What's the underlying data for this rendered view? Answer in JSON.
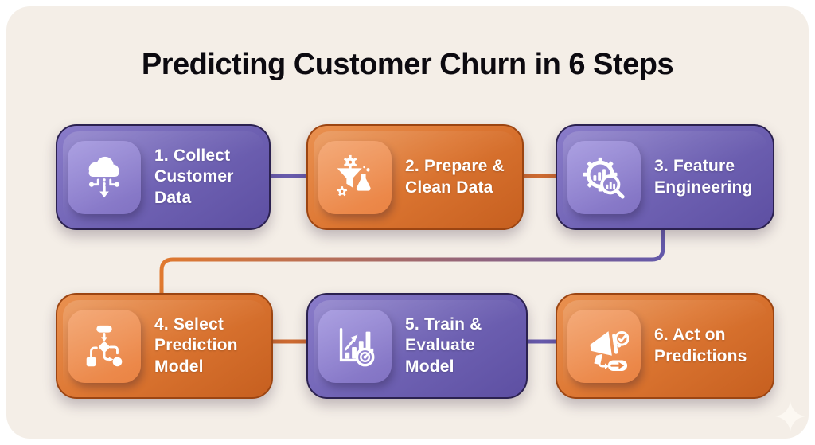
{
  "title": "Predicting Customer Churn in 6 Steps",
  "steps": [
    {
      "label": "1. Collect Customer Data",
      "theme": "purple",
      "icon": "cloud-data-download-icon"
    },
    {
      "label": "2. Prepare & Clean Data",
      "theme": "orange",
      "icon": "funnel-gear-flask-icon"
    },
    {
      "label": "3. Feature Engineering",
      "theme": "purple",
      "icon": "gear-magnifier-chart-icon"
    },
    {
      "label": "4. Select Prediction Model",
      "theme": "orange",
      "icon": "flowchart-icon"
    },
    {
      "label": "5. Train & Evaluate Model",
      "theme": "purple",
      "icon": "bar-chart-target-icon"
    },
    {
      "label": "6. Act on Predictions",
      "theme": "orange",
      "icon": "megaphone-check-icon"
    }
  ],
  "connectors": {
    "row1_left": "purple",
    "row1_right": "orange",
    "row_wrap": "gradient purple to orange",
    "row2_left": "orange",
    "row2_right": "purple"
  },
  "colors": {
    "background": "#f4eee7",
    "purple_card": "#7265b6",
    "purple_border": "#2b2150",
    "orange_card": "#dd7733",
    "orange_border": "#9c4512",
    "connector_purple": "#675aab",
    "connector_orange": "#cc6a31",
    "text_on_card": "#ffffff",
    "title_text": "#0c0a10"
  },
  "watermark": {
    "icon": "sparkle-icon"
  }
}
